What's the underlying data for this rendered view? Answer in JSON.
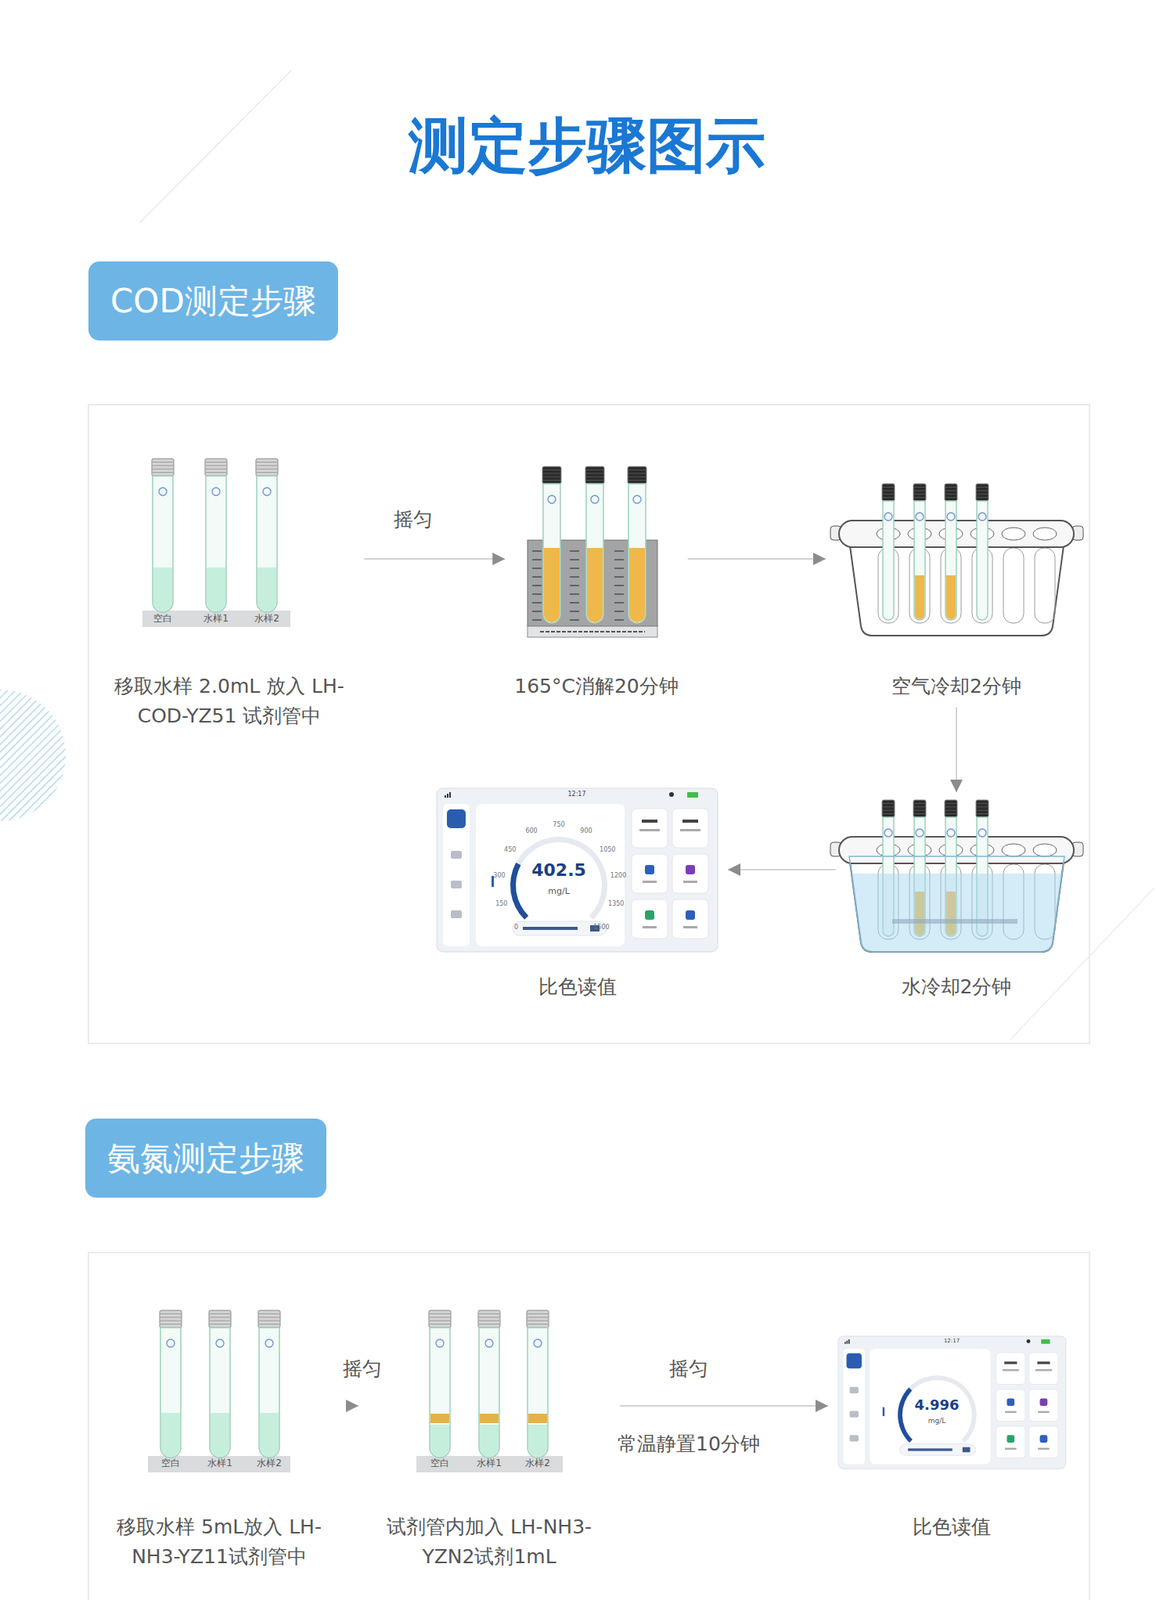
{
  "diagram": {
    "title": "测定步骤图示",
    "nodes": [
      {
        "text": [
          "COD测定步骤"
        ]
      },
      {
        "text": [
          "移取水样 2.0mL 放入 LH-COD-YZ51 试剂管中"
        ]
      },
      {
        "text": [
          "165°C消解20分钟"
        ]
      },
      {
        "text": [
          "空气冷却2分钟"
        ]
      },
      {
        "text": [
          "水冷却2分钟"
        ]
      },
      {
        "text": [
          "比色读值"
        ]
      },
      {
        "text": [
          "氨氮测定步骤"
        ]
      },
      {
        "text": [
          "移取水样 5mL放入 LH-NH3-YZ11试剂管中"
        ]
      },
      {
        "text": [
          "试剂管内加入 LH-NH3-YZN2试剂1mL"
        ]
      },
      {
        "text": [
          "比色读值"
        ]
      }
    ],
    "edges": [
      {
        "from": 1,
        "to": 2,
        "arrow": "to",
        "label": "摇匀"
      },
      {
        "from": 2,
        "to": 3,
        "arrow": "to"
      },
      {
        "from": 3,
        "to": 4,
        "arrow": "to"
      },
      {
        "from": 4,
        "to": 5,
        "arrow": "to"
      },
      {
        "from": 7,
        "to": 8,
        "arrow": "to",
        "label": "摇匀"
      },
      {
        "from": 8,
        "to": 9,
        "arrow": "to",
        "label": "摇匀"
      }
    ],
    "labels": [
      "空白",
      "水样1",
      "水样2",
      "402.5",
      "mg/L",
      "12:17",
      "0",
      "150",
      "300",
      "450",
      "600",
      "750",
      "900",
      "1050",
      "1200",
      "1350",
      "1500",
      "空白",
      "水样1",
      "水样2",
      "空白",
      "水样1",
      "水样2",
      "常温静置10分钟",
      "4.996",
      "mg/L",
      "12:17"
    ]
  }
}
